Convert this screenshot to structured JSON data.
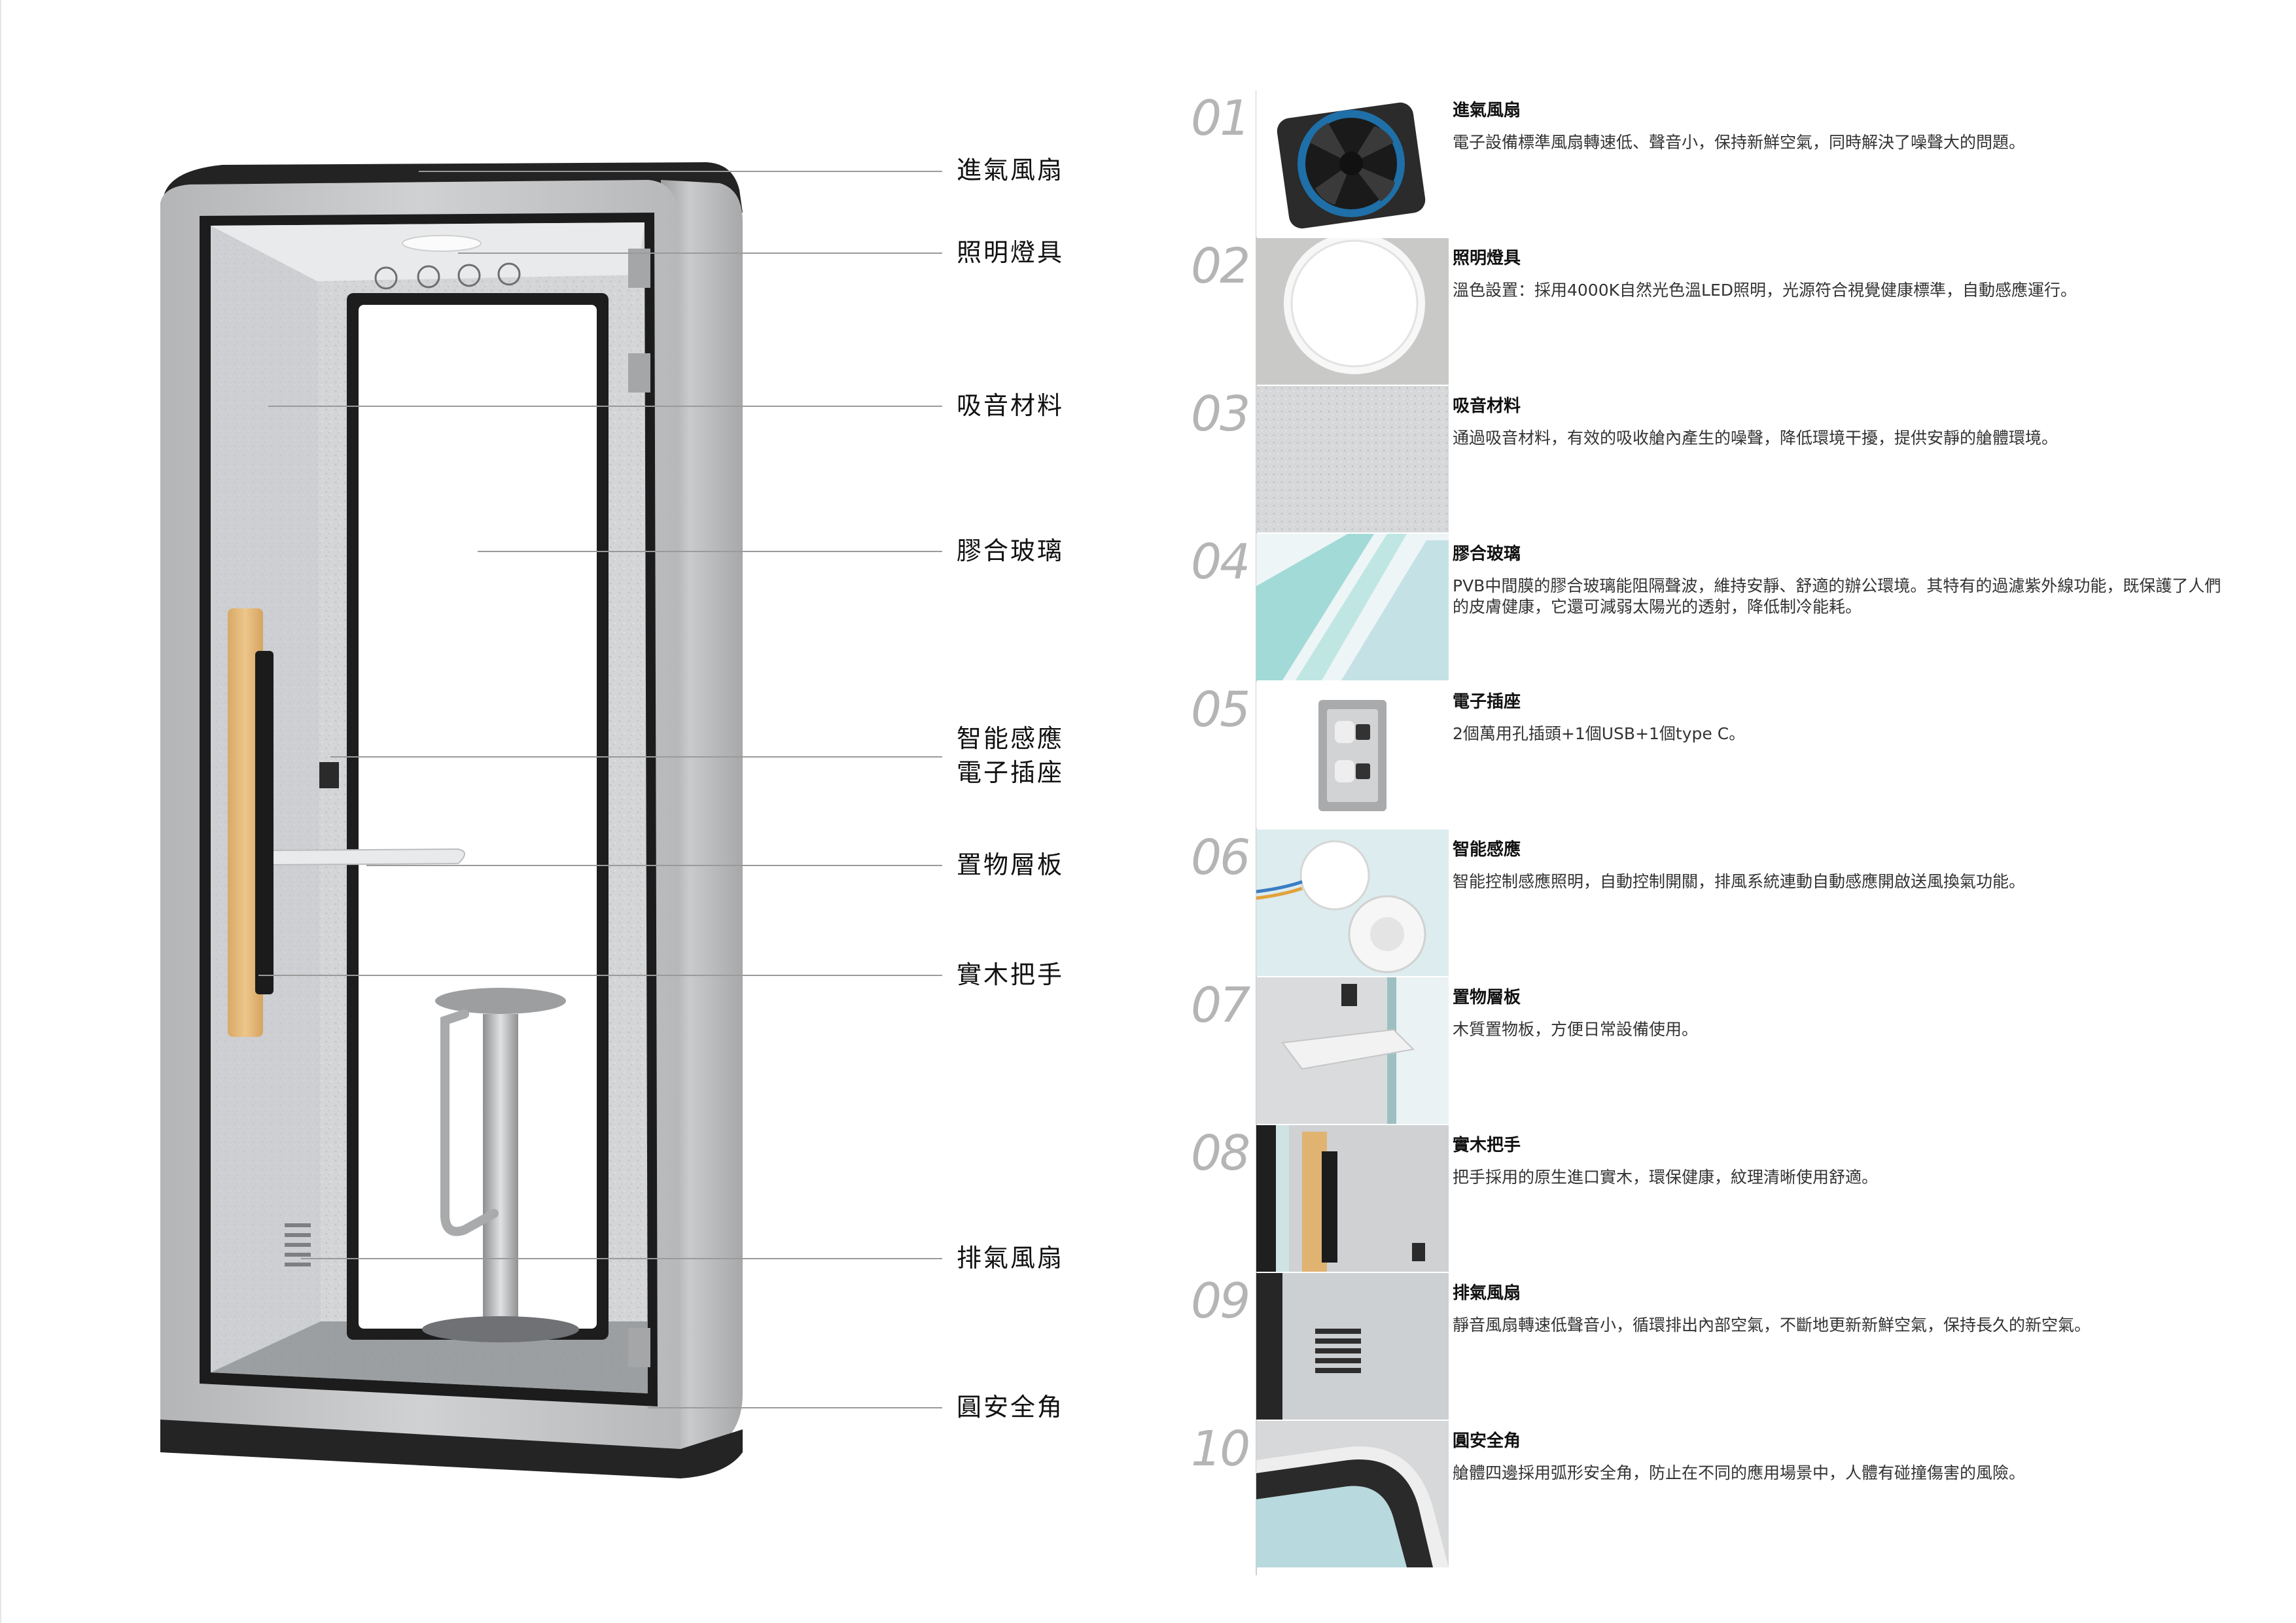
{
  "callouts": [
    {
      "label": "進氣風扇"
    },
    {
      "label": "照明燈具"
    },
    {
      "label": "吸音材料"
    },
    {
      "label": "膠合玻璃"
    },
    {
      "label": "智能感應\n電子插座"
    },
    {
      "label": "置物層板"
    },
    {
      "label": "實木把手"
    },
    {
      "label": "排氣風扇"
    },
    {
      "label": "圓安全角"
    }
  ],
  "features": [
    {
      "num": "01",
      "title": "進氣風扇",
      "desc": "電子設備標準風扇轉速低、聲音小，保持新鮮空氣，同時解決了噪聲大的問題。",
      "image": "fan-image"
    },
    {
      "num": "02",
      "title": "照明燈具",
      "desc": "溫色設置：採用4000K自然光色溫LED照明，光源符合視覺健康標準，自動感應運行。",
      "image": "ceiling-light-image"
    },
    {
      "num": "03",
      "title": "吸音材料",
      "desc": "通過吸音材料，有效的吸收艙內產生的噪聲，降低環境干擾，提供安靜的艙體環境。",
      "image": "felt-texture-image"
    },
    {
      "num": "04",
      "title": "膠合玻璃",
      "desc": "PVB中間膜的膠合玻璃能阻隔聲波，維持安靜、舒適的辦公環境。其特有的過濾紫外線功能，既保護了人們的皮膚健康，它還可減弱太陽光的透射，降低制冷能耗。",
      "image": "laminated-glass-image"
    },
    {
      "num": "05",
      "title": "電子插座",
      "desc": "2個萬用孔插頭+1個USB+1個type C。",
      "image": "power-outlet-image"
    },
    {
      "num": "06",
      "title": "智能感應",
      "desc": "智能控制感應照明，自動控制開關，排風系統連動自動感應開啟送風換氣功能。",
      "image": "motion-sensor-image"
    },
    {
      "num": "07",
      "title": "置物層板",
      "desc": "木質置物板，方便日常設備使用。",
      "image": "shelf-image"
    },
    {
      "num": "08",
      "title": "實木把手",
      "desc": "把手採用的原生進口實木，環保健康，紋理清晰使用舒適。",
      "image": "wood-handle-image"
    },
    {
      "num": "09",
      "title": "排氣風扇",
      "desc": "靜音風扇轉速低聲音小，循環排出內部空氣，不斷地更新新鮮空氣，保持長久的新空氣。",
      "image": "exhaust-vent-image"
    },
    {
      "num": "10",
      "title": "圓安全角",
      "desc": "艙體四邊採用弧形安全角，防止在不同的應用場景中，人體有碰撞傷害的風險。",
      "image": "rounded-corner-image"
    }
  ],
  "colors": {
    "frame": "#b9babc",
    "frame_dark": "#2a2a2a",
    "felt": "#d4d6d8",
    "wood": "#e2b878",
    "glass": "#ffffff"
  }
}
